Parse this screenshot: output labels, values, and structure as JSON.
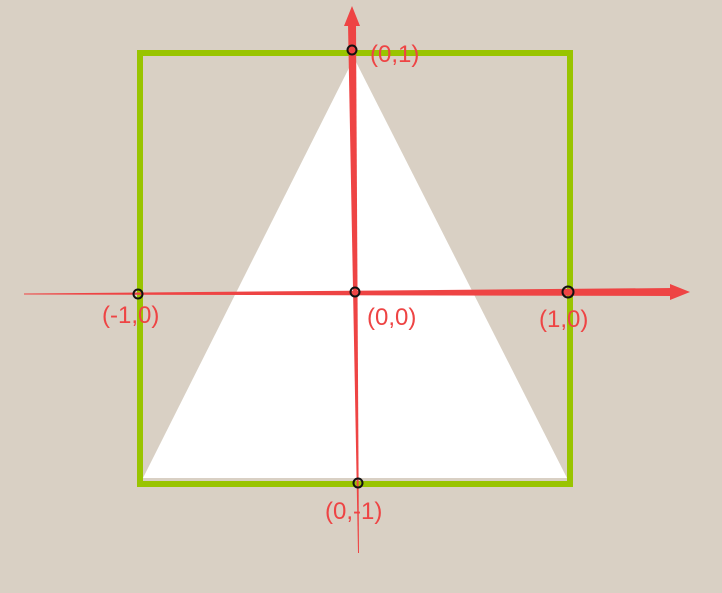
{
  "colors": {
    "background": "#d9d0c4",
    "axis": "#ee4444",
    "frame": "#99c400",
    "triangle": "#ffffff",
    "marker_stroke": "#111111"
  },
  "labels": {
    "top": "(0,1)",
    "origin": "(0,0)",
    "left": "(-1,0)",
    "right": "(1,0)",
    "bottom": "(0,-1)"
  },
  "points": [
    {
      "id": "top",
      "x": 0,
      "y": 1
    },
    {
      "id": "origin",
      "x": 0,
      "y": 0
    },
    {
      "id": "left",
      "x": -1,
      "y": 0
    },
    {
      "id": "right",
      "x": 1,
      "y": 0
    },
    {
      "id": "bottom",
      "x": 0,
      "y": -1
    }
  ]
}
